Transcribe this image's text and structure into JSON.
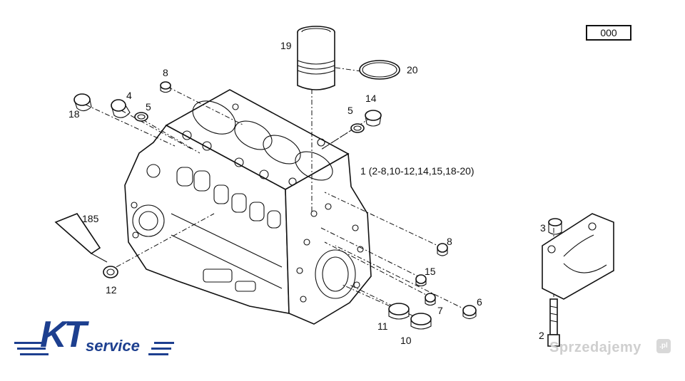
{
  "reference_code": "000",
  "callouts": {
    "c19": "19",
    "c20": "20",
    "c8a": "8",
    "c4": "4",
    "c5a": "5",
    "c18": "18",
    "c14": "14",
    "c5b": "5",
    "c1": "1 (2-8,10-12,14,15,18-20)",
    "c185": "185",
    "c12": "12",
    "c8b": "8",
    "c15": "15",
    "c7": "7",
    "c6": "6",
    "c11": "11",
    "c10": "10",
    "c3": "3",
    "c2": "2"
  },
  "logo": {
    "brand_main": "KT",
    "brand_sub": "service"
  },
  "watermark": {
    "text": "Sprzedajemy",
    "badge": ".pl"
  }
}
